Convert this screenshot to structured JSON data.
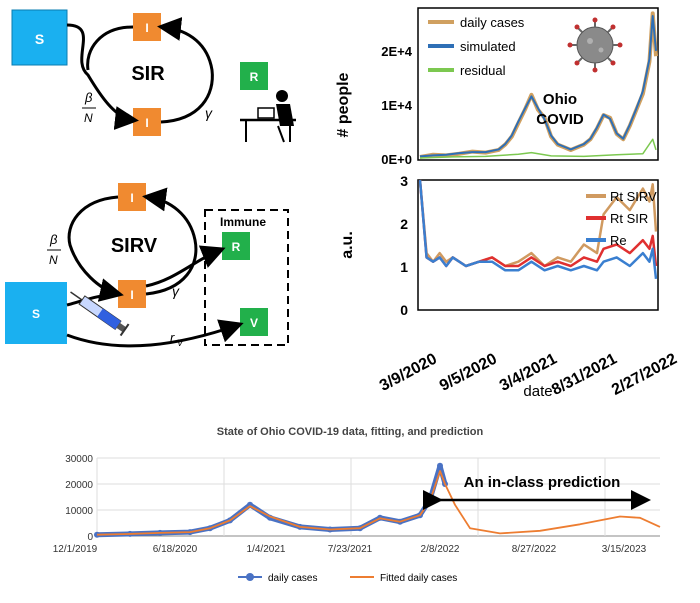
{
  "sir": {
    "title": "SIR",
    "s_label": "S",
    "i_label": "I",
    "r_label": "R",
    "beta": "β",
    "n": "N",
    "gamma": "γ"
  },
  "sirv": {
    "title": "SIRV",
    "immune_label": "Immune",
    "s_label": "S",
    "i_label": "I",
    "r_label": "R",
    "v_label": "V",
    "beta": "β",
    "n": "N",
    "gamma": "γ",
    "rate": "r",
    "rate_sub": "V"
  },
  "colors": {
    "s_box": "#1ab0f0",
    "i_box": "#f08a30",
    "r_box": "#22b04b",
    "daily": "#d0a060",
    "simulated": "#2e6fb6",
    "residual": "#7cc850",
    "rt_sirv": "#d09a60",
    "rt_sir": "#e03030",
    "re": "#3a7fd0",
    "bottom_daily": "#4a72c4",
    "bottom_fit": "#ed7d31"
  },
  "chart_data": [
    {
      "type": "line",
      "title": "",
      "ylabel": "# people",
      "ylim": [
        0,
        28000
      ],
      "yticks": [
        "0E+0",
        "1E+4",
        "2E+4"
      ],
      "annotation": [
        "Ohio",
        "COVID"
      ],
      "series": [
        {
          "name": "daily cases",
          "x": [
            0,
            40,
            80,
            120,
            160,
            200,
            240,
            260,
            280,
            300,
            320,
            340,
            360,
            380,
            400,
            420,
            440,
            460,
            480,
            500,
            520,
            540,
            560,
            580,
            600,
            620,
            640,
            660,
            680,
            700,
            710,
            720
          ],
          "y": [
            200,
            600,
            500,
            800,
            1200,
            1000,
            1500,
            2500,
            4000,
            6500,
            9000,
            11800,
            9000,
            7500,
            4000,
            2500,
            2000,
            1500,
            2000,
            2500,
            3500,
            5500,
            8000,
            7500,
            4500,
            3500,
            6000,
            9000,
            12000,
            18000,
            27000,
            19000
          ]
        },
        {
          "name": "simulated",
          "x": [
            0,
            40,
            80,
            120,
            160,
            200,
            240,
            260,
            280,
            300,
            320,
            340,
            360,
            380,
            400,
            420,
            440,
            460,
            480,
            500,
            520,
            540,
            560,
            580,
            600,
            620,
            640,
            660,
            680,
            700,
            710,
            720
          ],
          "y": [
            300,
            500,
            600,
            900,
            1100,
            1100,
            1600,
            2600,
            4200,
            6800,
            9200,
            11500,
            9300,
            7200,
            4200,
            2600,
            2100,
            1600,
            2100,
            2600,
            3600,
            5700,
            8100,
            7300,
            4600,
            3600,
            6200,
            9200,
            12500,
            18500,
            26500,
            20000
          ]
        },
        {
          "name": "residual",
          "x": [
            0,
            100,
            200,
            300,
            340,
            400,
            500,
            600,
            680,
            710,
            720
          ],
          "y": [
            0,
            200,
            300,
            700,
            1000,
            400,
            300,
            600,
            800,
            3500,
            1500
          ]
        }
      ]
    },
    {
      "type": "line",
      "title": "",
      "xlabel": "date",
      "ylabel": "a.u.",
      "ylim": [
        0,
        3
      ],
      "yticks": [
        "0",
        "1",
        "2",
        "3"
      ],
      "categories": [
        "3/9/2020",
        "9/5/2020",
        "3/4/2021",
        "8/31/2021",
        "2/27/2022"
      ],
      "series": [
        {
          "name": "Rt SIRV",
          "x": [
            0,
            20,
            40,
            60,
            80,
            100,
            140,
            180,
            220,
            260,
            300,
            340,
            380,
            420,
            460,
            500,
            540,
            560,
            600,
            640,
            680,
            700,
            710,
            720
          ],
          "y": [
            3.0,
            1.3,
            1.1,
            1.3,
            1.1,
            1.2,
            1.0,
            1.1,
            1.2,
            1.0,
            1.1,
            1.3,
            1.0,
            1.2,
            1.1,
            1.5,
            1.3,
            2.2,
            2.6,
            2.3,
            2.8,
            2.5,
            2.9,
            1.8
          ]
        },
        {
          "name": "Rt SIR",
          "x": [
            0,
            20,
            40,
            60,
            80,
            100,
            140,
            180,
            220,
            260,
            300,
            340,
            380,
            420,
            460,
            500,
            540,
            560,
            600,
            640,
            680,
            700,
            710,
            720
          ],
          "y": [
            3.0,
            1.2,
            1.1,
            1.2,
            1.0,
            1.2,
            1.0,
            1.1,
            1.2,
            1.0,
            1.0,
            1.2,
            1.0,
            1.1,
            1.0,
            1.2,
            1.1,
            1.4,
            1.5,
            1.3,
            1.6,
            1.4,
            1.7,
            1.0
          ]
        },
        {
          "name": "Re",
          "x": [
            0,
            20,
            40,
            60,
            80,
            100,
            140,
            180,
            220,
            260,
            300,
            340,
            380,
            420,
            460,
            500,
            540,
            560,
            600,
            640,
            680,
            700,
            710,
            720
          ],
          "y": [
            3.0,
            1.2,
            1.1,
            1.2,
            1.0,
            1.2,
            1.0,
            1.1,
            1.1,
            0.9,
            0.9,
            1.1,
            0.9,
            1.0,
            0.9,
            1.0,
            0.9,
            1.1,
            1.2,
            1.0,
            1.3,
            1.1,
            1.4,
            0.7
          ]
        }
      ]
    },
    {
      "type": "line",
      "title": "State of Ohio COVID-19 data, fitting, and prediction",
      "xlabel": "",
      "ylabel": "",
      "ylim": [
        0,
        30000
      ],
      "yticks": [
        "0",
        "10000",
        "20000",
        "30000"
      ],
      "categories": [
        "12/1/2019",
        "6/18/2020",
        "1/4/2021",
        "7/23/2021",
        "2/8/2022",
        "8/27/2022",
        "3/15/2023"
      ],
      "annotation": "An in-class prediction",
      "series": [
        {
          "name": "daily cases",
          "x": [
            97,
            130,
            160,
            190,
            210,
            230,
            250,
            270,
            300,
            330,
            360,
            380,
            400,
            420,
            430,
            440,
            445
          ],
          "y": [
            500,
            800,
            1200,
            1500,
            3000,
            6000,
            12000,
            7000,
            3500,
            2500,
            3000,
            7000,
            5500,
            8000,
            14000,
            27000,
            20000
          ]
        },
        {
          "name": "Fitted daily cases",
          "x": [
            97,
            130,
            160,
            190,
            210,
            230,
            250,
            270,
            300,
            330,
            360,
            380,
            400,
            420,
            430,
            440,
            445,
            455,
            470,
            500,
            540,
            580,
            620,
            640,
            660
          ],
          "y": [
            500,
            800,
            1200,
            1500,
            3000,
            6000,
            11500,
            7500,
            3500,
            2500,
            3000,
            6800,
            5500,
            8000,
            13500,
            25000,
            20000,
            12000,
            3000,
            1000,
            2000,
            4500,
            7500,
            7000,
            3500
          ]
        }
      ]
    }
  ]
}
